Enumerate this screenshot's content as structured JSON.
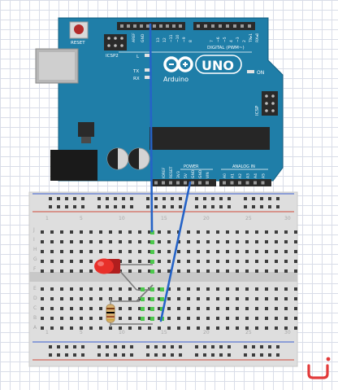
{
  "arduino": {
    "reset_label": "RESET",
    "icsp2_label": "ICSP2",
    "icsp_label": "ICSP",
    "l_label": "L",
    "tx_label": "TX",
    "rx_label": "RX",
    "brand": "Arduino",
    "model": "UNO",
    "digital_label": "DIGITAL (PWM~)",
    "on_label": "ON",
    "power_label": "POWER",
    "analog_label": "ANALOG IN",
    "top_pins": [
      "AREF",
      "GND",
      "13",
      "12",
      "~11",
      "~10",
      "~9",
      "8",
      "7",
      "~6",
      "~5",
      "4",
      "~3",
      "2",
      "TX▸1",
      "RX◂0"
    ],
    "power_pins": [
      "IOREF",
      "RESET",
      "3V3",
      "5V",
      "GND",
      "GND",
      "VIN"
    ],
    "analog_pins": [
      "A0",
      "A1",
      "A2",
      "A3",
      "A4",
      "A5"
    ],
    "accent_color": "#1f7ea8"
  },
  "breadboard": {
    "column_numbers": [
      "1",
      "5",
      "10",
      "15",
      "20",
      "25",
      "30"
    ],
    "row_letters": [
      "A",
      "B",
      "C",
      "D",
      "E",
      "F",
      "G",
      "H",
      "I",
      "J"
    ]
  },
  "components": {
    "led_color": "#e8302a",
    "resistor_body_color": "#d9b271",
    "wire_color": "#2563c7"
  },
  "icons": {
    "corner_icon": "smile-logo-icon"
  }
}
